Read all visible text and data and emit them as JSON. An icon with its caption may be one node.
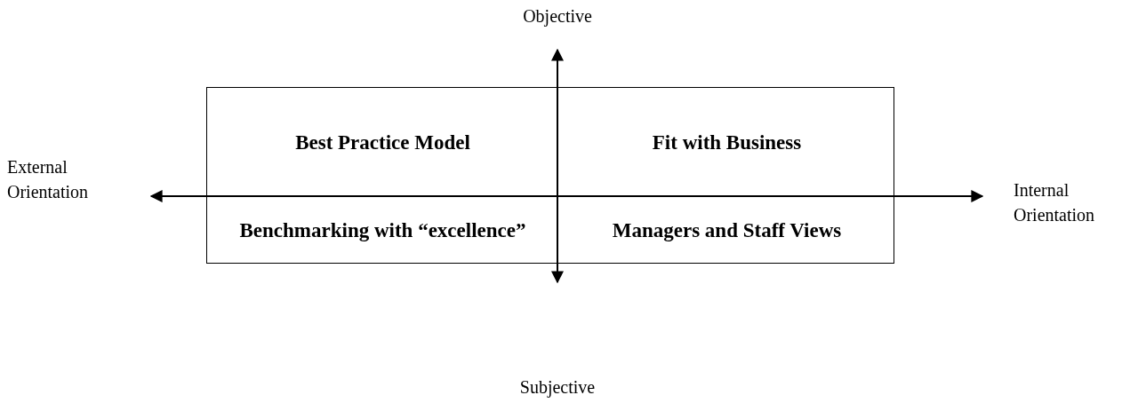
{
  "diagram": {
    "nodes": [
      {
        "text": [],
        "shape": "box"
      },
      {
        "text": [
          "Best Practice Model"
        ],
        "in": 0
      },
      {
        "text": [
          "Fit with Business"
        ],
        "in": 0
      },
      {
        "text": [
          "Benchmarking with “excellence”"
        ],
        "in": 0
      },
      {
        "text": [
          "Managers and Staff Views"
        ],
        "in": 0
      }
    ],
    "labels": [
      "Objective",
      "External Orientation",
      "Internal Orientation",
      "Subjective"
    ]
  }
}
